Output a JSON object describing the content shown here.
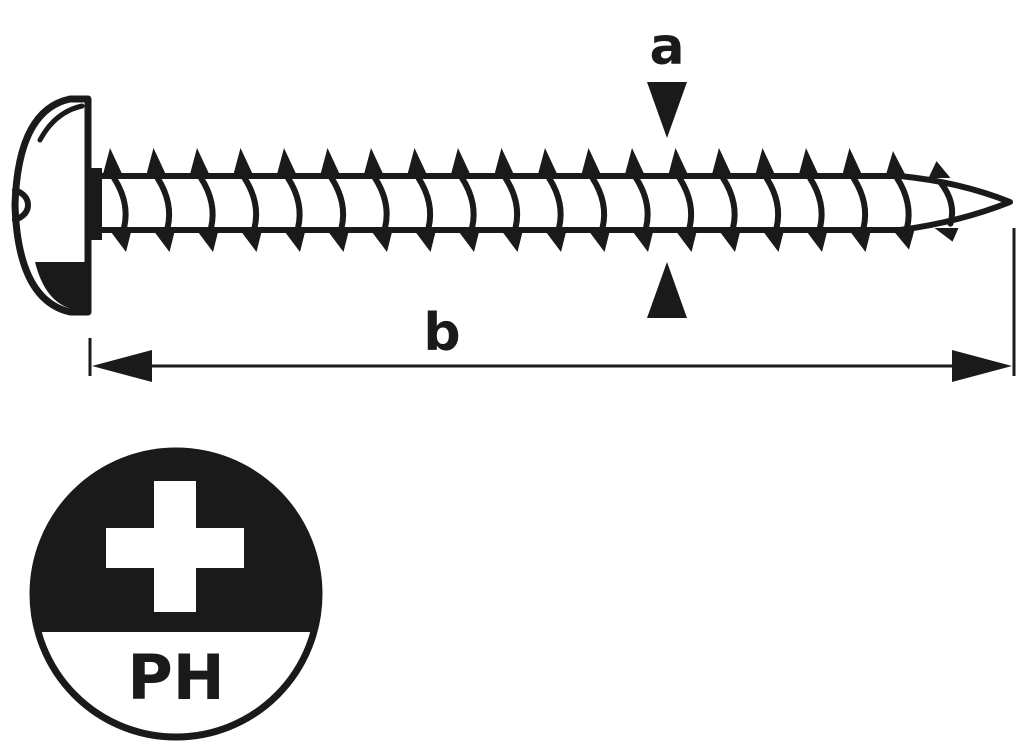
{
  "diagram": {
    "dimension_labels": {
      "diameter": "a",
      "length": "b"
    },
    "drive_type": {
      "label": "PH",
      "icon": "phillips-cross-icon"
    },
    "colors": {
      "ink": "#1a1a1a",
      "paper": "#ffffff"
    }
  }
}
